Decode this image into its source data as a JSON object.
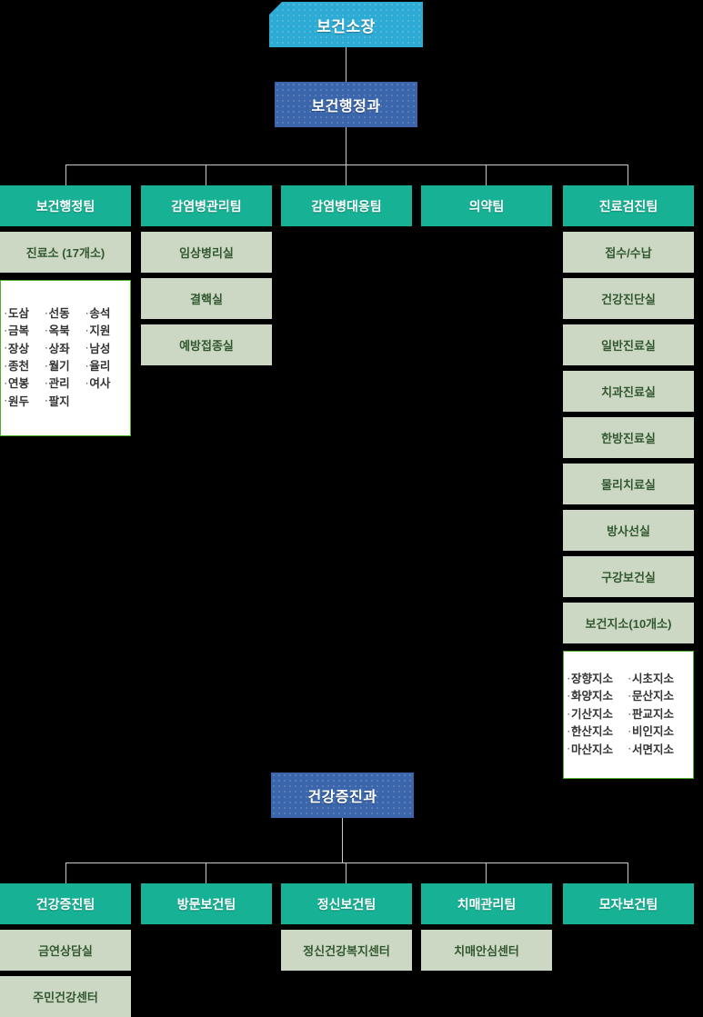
{
  "chart_data": {
    "type": "diagram",
    "title": "보건소 조직도",
    "colors": {
      "director": "#2eabd4",
      "department": "#3b66ac",
      "team": "#17b295",
      "subitem_bg": "#cdd8c4",
      "subitem_text": "#31582f",
      "list_border": "#4caf2a",
      "background": "#000000",
      "connector": "#c9c9c9"
    }
  },
  "director": {
    "label": "보건소장"
  },
  "departments": [
    {
      "label": "보건행정과"
    },
    {
      "label": "건강증진과"
    }
  ],
  "health_admin_teams": [
    {
      "label": "보건행정팀",
      "subitems": [
        "진료소 (17개소)"
      ],
      "list": {
        "columns": 3,
        "rows": [
          [
            "도삼",
            "선동",
            "송석"
          ],
          [
            "금복",
            "옥북",
            "지원"
          ],
          [
            "장상",
            "상좌",
            "남성"
          ],
          [
            "종천",
            "월기",
            "율리"
          ],
          [
            "연봉",
            "관리",
            "여사"
          ],
          [
            "원두",
            "팔지"
          ]
        ]
      }
    },
    {
      "label": "감염병관리팀",
      "subitems": [
        "임상병리실",
        "결핵실",
        "예방접종실"
      ],
      "list": null
    },
    {
      "label": "감염병대응팀",
      "subitems": [],
      "list": null
    },
    {
      "label": "의약팀",
      "subitems": [],
      "list": null
    },
    {
      "label": "진료검진팀",
      "subitems": [
        "접수/수납",
        "건강진단실",
        "일반진료실",
        "치과진료실",
        "한방진료실",
        "물리치료실",
        "방사선실",
        "구강보건실",
        "보건지소(10개소)"
      ],
      "list": {
        "columns": 2,
        "rows": [
          [
            "장향지소",
            "시초지소"
          ],
          [
            "화양지소",
            "문산지소"
          ],
          [
            "기산지소",
            "판교지소"
          ],
          [
            "한산지소",
            "비인지소"
          ],
          [
            "마산지소",
            "서면지소"
          ]
        ]
      }
    }
  ],
  "health_promo_teams": [
    {
      "label": "건강증진팀",
      "subitems": [
        "금연상담실",
        "주민건강센터"
      ]
    },
    {
      "label": "방문보건팀",
      "subitems": []
    },
    {
      "label": "정신보건팀",
      "subitems": [
        "정신건강복지센터"
      ]
    },
    {
      "label": "치매관리팀",
      "subitems": [
        "치매안심센터"
      ]
    },
    {
      "label": "모자보건팀",
      "subitems": []
    }
  ],
  "bullet": "·"
}
